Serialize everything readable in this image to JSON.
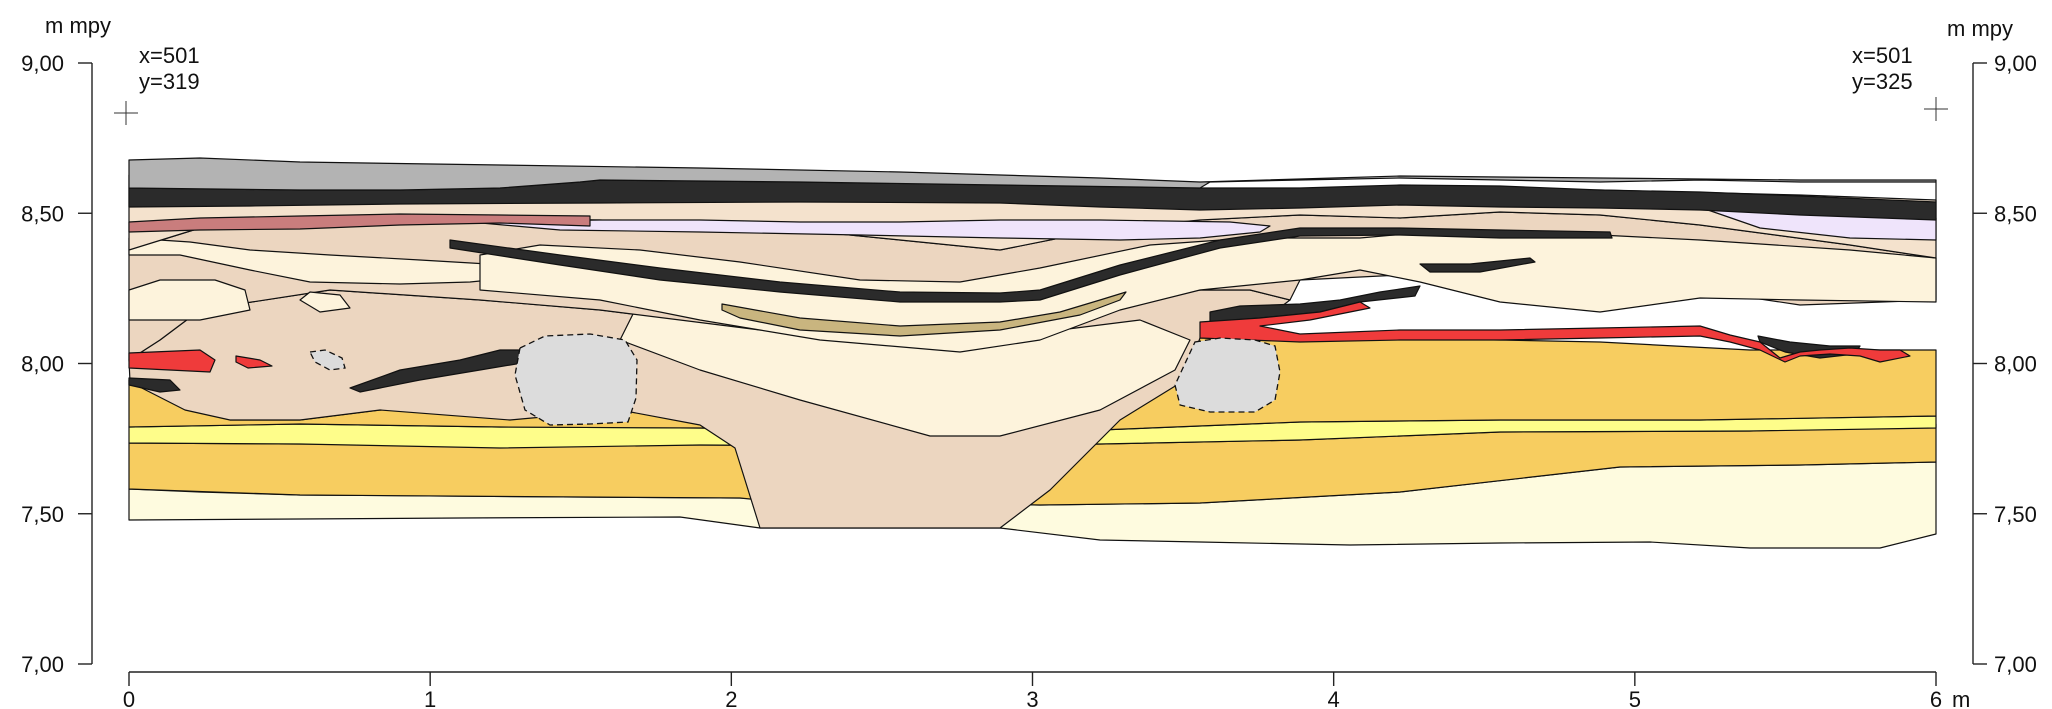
{
  "axes": {
    "left_unit": "m mpy",
    "right_unit": "m mpy",
    "x_unit": "m",
    "y_ticks": [
      "9,00",
      "8,50",
      "8,00",
      "7,50",
      "7,00"
    ],
    "y_tick_values": [
      9.0,
      8.5,
      8.0,
      7.5,
      7.0
    ],
    "x_ticks": [
      "0",
      "1",
      "2",
      "3",
      "4",
      "5",
      "6"
    ],
    "x_tick_values": [
      0,
      1,
      2,
      3,
      4,
      5,
      6
    ],
    "y_range": [
      7.0,
      9.0
    ],
    "x_range": [
      0,
      6
    ]
  },
  "reference_points": {
    "left": {
      "x_label": "x=501",
      "y_label": "y=319"
    },
    "right": {
      "x_label": "x=501",
      "y_label": "y=325"
    }
  },
  "colors": {
    "turf_grey": "#b3b3b3",
    "charcoal": "#2b2b2b",
    "loam_beige": "#ecd6c0",
    "loam_light": "#f4e2cd",
    "cream": "#fdf3dc",
    "pale_cream": "#fefbdf",
    "lavender": "#efe4fb",
    "rose_clay": "#c97d7d",
    "olive_sand": "#c9b57f",
    "burnt_red": "#ef3b3b",
    "yellow_sand": "#f7cd60",
    "bright_yellow": "#fefd8a",
    "stone_grey": "#dcdcdc"
  }
}
